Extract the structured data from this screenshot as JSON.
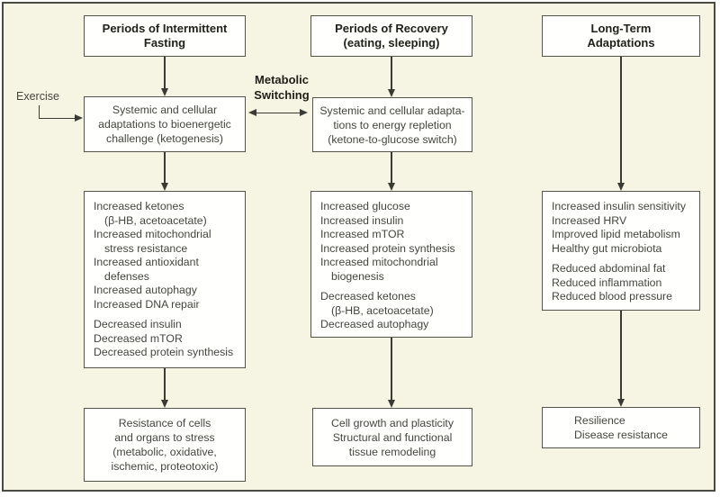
{
  "figure": {
    "exercise_label": "Exercise",
    "metabolic_switching_lines": [
      "Metabolic",
      "Switching"
    ]
  },
  "colors": {
    "background": "#f6f4e3",
    "box_background": "#fffffe",
    "box_border": "#55544b",
    "frame_border": "#4b4b43",
    "arrow": "#3b3b35",
    "body_text": "#45453f",
    "heading_text": "#21211b"
  },
  "columns": [
    {
      "header_lines": [
        "Periods of Intermittent",
        "Fasting"
      ],
      "adaptation_lines": [
        "Systemic and cellular",
        "adaptations to bioenergetic",
        "challenge (ketogenesis)"
      ],
      "group1_lines": [
        "Increased ketones",
        "(β-HB, acetoacetate)",
        "Increased mitochondrial",
        "stress resistance",
        "Increased antioxidant",
        "defenses",
        "Increased autophagy",
        "Increased DNA repair"
      ],
      "group2_lines": [
        "Decreased insulin",
        "Decreased mTOR",
        "Decreased protein synthesis"
      ],
      "outcome_lines": [
        "Resistance of cells",
        "and organs to stress",
        "(metabolic, oxidative,",
        "ischemic, proteotoxic)"
      ]
    },
    {
      "header_lines": [
        "Periods of Recovery",
        "(eating, sleeping)"
      ],
      "adaptation_lines": [
        "Systemic and cellular adapta-",
        "tions to energy repletion",
        "(ketone-to-glucose switch)"
      ],
      "group1_lines": [
        "Increased glucose",
        "Increased insulin",
        "Increased mTOR",
        "Increased protein synthesis",
        "Increased mitochondrial",
        "biogenesis"
      ],
      "group2_lines": [
        "Decreased ketones",
        "(β-HB, acetoacetate)",
        "Decreased autophagy"
      ],
      "outcome_lines": [
        "Cell growth and plasticity",
        "Structural and functional",
        "tissue remodeling"
      ]
    },
    {
      "header_lines": [
        "Long-Term",
        "Adaptations"
      ],
      "group1_lines": [
        "Increased insulin sensitivity",
        "Increased HRV",
        "Improved lipid metabolism",
        "Healthy gut microbiota"
      ],
      "group2_lines": [
        "Reduced abdominal fat",
        "Reduced inflammation",
        "Reduced blood pressure"
      ],
      "outcome_lines": [
        "Resilience",
        "Disease resistance"
      ]
    }
  ]
}
